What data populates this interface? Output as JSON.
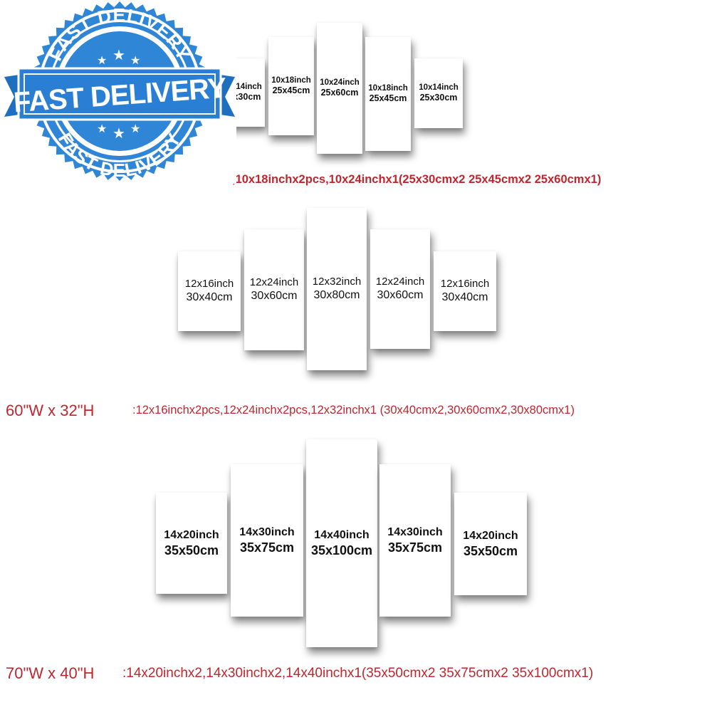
{
  "sets": [
    {
      "id": "set1",
      "caption": ",10x18inchx2pcs,10x24inchx1(25x30cmx2 25x45cmx2 25x60cmx1)",
      "panels": [
        {
          "inch": "10x14inch",
          "cm": "25x30cm"
        },
        {
          "inch": "10x18inch",
          "cm": "25x45cm"
        },
        {
          "inch": "10x24inch",
          "cm": "25x60cm"
        },
        {
          "inch": "10x18inch",
          "cm": "25x45cm"
        },
        {
          "inch": "10x14inch",
          "cm": "25x30cm"
        }
      ]
    },
    {
      "id": "set2",
      "dimensions": "60\"W x 32\"H",
      "caption": ":12x16inchx2pcs,12x24inchx2pcs,12x32inchx1 (30x40cmx2,30x60cmx2,30x80cmx1)",
      "panels": [
        {
          "inch": "12x16inch",
          "cm": "30x40cm"
        },
        {
          "inch": "12x24inch",
          "cm": "30x60cm"
        },
        {
          "inch": "12x32inch",
          "cm": "30x80cm"
        },
        {
          "inch": "12x24inch",
          "cm": "30x60cm"
        },
        {
          "inch": "12x16inch",
          "cm": "30x40cm"
        }
      ]
    },
    {
      "id": "set3",
      "dimensions": "70\"W x 40\"H",
      "caption": ":14x20inchx2,14x30inchx2,14x40inchx1(35x50cmx2 35x75cmx2 35x100cmx1)",
      "panels": [
        {
          "inch": "14x20inch",
          "cm": "35x50cm"
        },
        {
          "inch": "14x30inch",
          "cm": "35x75cm"
        },
        {
          "inch": "14x40inch",
          "cm": "35x100cm"
        },
        {
          "inch": "14x30inch",
          "cm": "35x75cm"
        },
        {
          "inch": "14x20inch",
          "cm": "35x50cm"
        }
      ]
    }
  ],
  "stamp": {
    "top_text": "FAST DELIVERY",
    "main_text": "FAST DELIVERY",
    "bottom_text": "FAST DELIVERY",
    "color": "#2f86d6",
    "ribbon_color": "#2a7fd4"
  },
  "colors": {
    "caption": "#c0262c",
    "panel_text": "#111111",
    "background": "#ffffff"
  }
}
